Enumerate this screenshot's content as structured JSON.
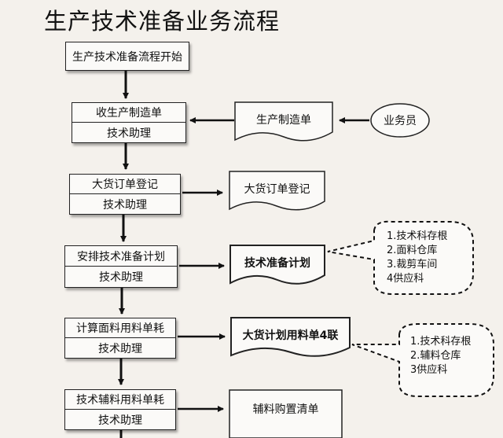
{
  "title": "生产技术准备业务流程",
  "process": {
    "start": "生产技术准备流程开始",
    "steps": [
      {
        "action": "收生产制造单",
        "role": "技术助理"
      },
      {
        "action": "大货订单登记",
        "role": "技术助理"
      },
      {
        "action": "安排技术准备计划",
        "role": "技术助理"
      },
      {
        "action": "计算面料用料单耗",
        "role": "技术助理"
      },
      {
        "action": "技术辅料用料单耗",
        "role": "技术助理"
      }
    ]
  },
  "documents": {
    "production_order": "生产制造单",
    "order_registration": "大货订单登记",
    "tech_plan": "技术准备计划",
    "material_list": "大货计划用料单4联",
    "accessory_list": "辅料购置清单"
  },
  "actor": "业务员",
  "distribution": {
    "tech_plan": [
      "1.技术科存根",
      "2.面料仓库",
      "3.裁剪车间",
      "4供应科"
    ],
    "material_list": [
      "1.技术科存根",
      "2.辅料仓库",
      "3供应科"
    ]
  }
}
